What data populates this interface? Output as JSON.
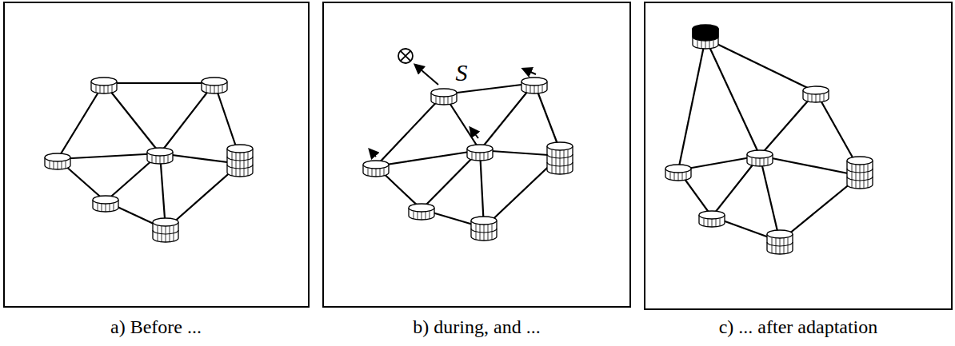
{
  "diagram": {
    "labels": [
      "a) Before ...",
      "b) during, and ...",
      "c) ... after adaptation",
      "S"
    ]
  }
}
